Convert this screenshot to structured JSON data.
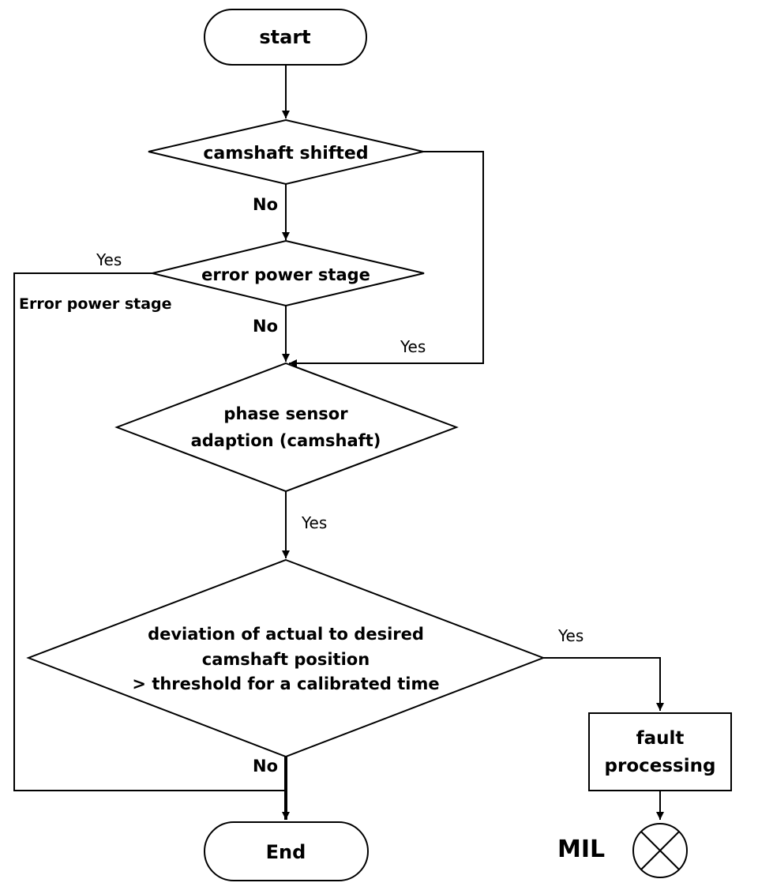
{
  "nodes": {
    "start": "start",
    "camshaft_shifted": "camshaft shifted",
    "error_power_stage": "error power stage",
    "phase_sensor_line1": "phase sensor",
    "phase_sensor_line2": "adaption (camshaft)",
    "deviation_line1": "deviation of actual to desired",
    "deviation_line2": "camshaft position",
    "deviation_line3": "> threshold for a calibrated time",
    "fault_line1": "fault",
    "fault_line2": "processing",
    "end": "End"
  },
  "edge_labels": {
    "camshaft_no": "No",
    "error_yes": "Yes",
    "error_path_label": "Error power stage",
    "error_no": "No",
    "camshaft_yes": "Yes",
    "phase_yes": "Yes",
    "deviation_yes": "Yes",
    "deviation_no": "No"
  },
  "indicator": {
    "label": "MIL",
    "icon": "lamp-cross-icon"
  }
}
